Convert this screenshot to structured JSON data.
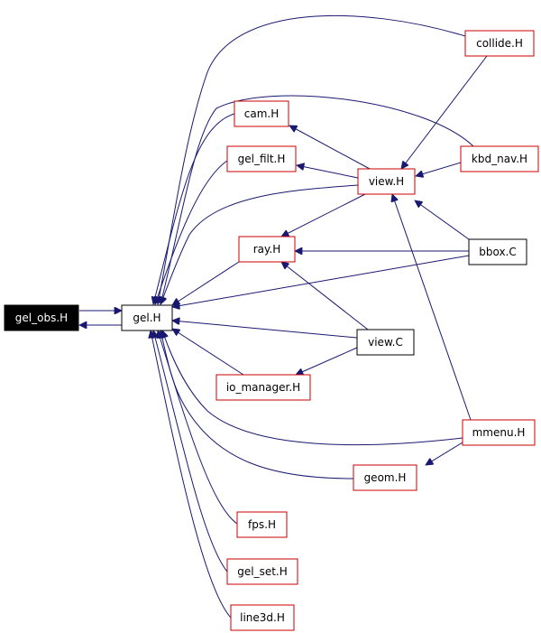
{
  "colors": {
    "edge": "#191970",
    "root_fill": "#000000",
    "root_text": "#ffffff",
    "normal_border": "#000000",
    "link_border": "#cc0000",
    "node_fill": "#ffffff",
    "node_text": "#000000"
  },
  "nodes": [
    {
      "id": "gel_obs",
      "label": "gel_obs.H",
      "style": "root"
    },
    {
      "id": "gel",
      "label": "gel.H",
      "style": "normal"
    },
    {
      "id": "collide",
      "label": "collide.H",
      "style": "link"
    },
    {
      "id": "cam",
      "label": "cam.H",
      "style": "link"
    },
    {
      "id": "gel_filt",
      "label": "gel_filt.H",
      "style": "link"
    },
    {
      "id": "kbd_nav",
      "label": "kbd_nav.H",
      "style": "link"
    },
    {
      "id": "view_h",
      "label": "view.H",
      "style": "link"
    },
    {
      "id": "ray",
      "label": "ray.H",
      "style": "link"
    },
    {
      "id": "bbox",
      "label": "bbox.C",
      "style": "normal"
    },
    {
      "id": "view_c",
      "label": "view.C",
      "style": "normal"
    },
    {
      "id": "io_manager",
      "label": "io_manager.H",
      "style": "link"
    },
    {
      "id": "mmenu",
      "label": "mmenu.H",
      "style": "link"
    },
    {
      "id": "geom",
      "label": "geom.H",
      "style": "link"
    },
    {
      "id": "fps",
      "label": "fps.H",
      "style": "link"
    },
    {
      "id": "gel_set",
      "label": "gel_set.H",
      "style": "link"
    },
    {
      "id": "line3d",
      "label": "line3d.H",
      "style": "link"
    }
  ],
  "edges": [
    {
      "from": "gel",
      "to": "gel_obs"
    },
    {
      "from": "gel_obs",
      "to": "gel"
    },
    {
      "from": "collide",
      "to": "gel"
    },
    {
      "from": "cam",
      "to": "gel"
    },
    {
      "from": "gel_filt",
      "to": "gel"
    },
    {
      "from": "kbd_nav",
      "to": "gel"
    },
    {
      "from": "view_h",
      "to": "gel"
    },
    {
      "from": "ray",
      "to": "gel"
    },
    {
      "from": "bbox",
      "to": "gel"
    },
    {
      "from": "view_c",
      "to": "gel"
    },
    {
      "from": "io_manager",
      "to": "gel"
    },
    {
      "from": "mmenu",
      "to": "gel"
    },
    {
      "from": "geom",
      "to": "gel"
    },
    {
      "from": "fps",
      "to": "gel"
    },
    {
      "from": "gel_set",
      "to": "gel"
    },
    {
      "from": "line3d",
      "to": "gel"
    },
    {
      "from": "view_h",
      "to": "cam"
    },
    {
      "from": "view_h",
      "to": "gel_filt"
    },
    {
      "from": "view_h",
      "to": "ray"
    },
    {
      "from": "collide",
      "to": "view_h"
    },
    {
      "from": "kbd_nav",
      "to": "view_h"
    },
    {
      "from": "bbox",
      "to": "view_h"
    },
    {
      "from": "mmenu",
      "to": "view_h"
    },
    {
      "from": "bbox",
      "to": "ray"
    },
    {
      "from": "view_c",
      "to": "ray"
    },
    {
      "from": "view_c",
      "to": "io_manager"
    },
    {
      "from": "mmenu",
      "to": "geom"
    }
  ]
}
